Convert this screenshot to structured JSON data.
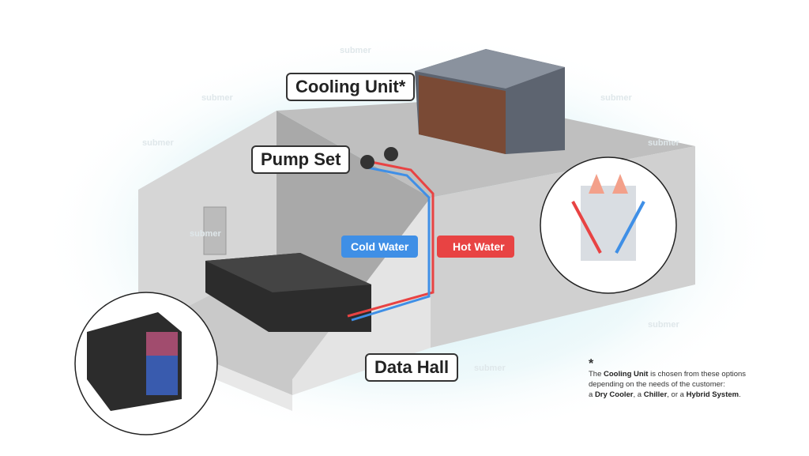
{
  "labels": {
    "cooling_unit": "Cooling Unit*",
    "pump_set": "Pump Set",
    "data_hall": "Data Hall",
    "cold_water": "Cold Water",
    "hot_water": "Hot Water"
  },
  "note": {
    "asterisk": "*",
    "line1_pre": "The ",
    "line1_bold": "Cooling Unit",
    "line1_post": " is chosen from these options",
    "line2": "depending on the needs of the customer:",
    "line3_a": "a ",
    "line3_b": "Dry Cooler",
    "line3_c": ", a ",
    "line3_d": "Chiller",
    "line3_e": ", or a ",
    "line3_f": "Hybrid System",
    "line3_g": "."
  },
  "watermark": "submer",
  "colors": {
    "cold": "#3f8fe6",
    "hot": "#e84343",
    "unit_panel": "#7a4a35"
  }
}
